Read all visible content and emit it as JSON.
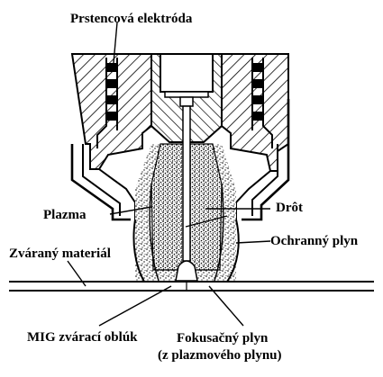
{
  "labels": {
    "ring_electrode": "Prstencová elektróda",
    "plasma": "Plazma",
    "wire": "Drôt",
    "shield_gas": "Ochranný plyn",
    "welded_material": "Zváraný materiál",
    "mig_arc": "MIG zvárací oblúk",
    "focus_gas_line1": "Fokusačný plyn",
    "focus_gas_line2": "(z plazmového plynu)"
  }
}
